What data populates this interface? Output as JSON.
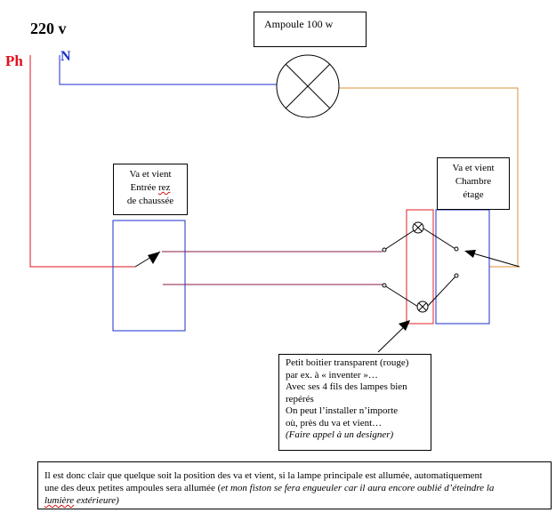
{
  "supply": {
    "voltage": "220 v",
    "phase": "Ph",
    "neutral": "N"
  },
  "lamp": {
    "label": "Ampoule 100 w"
  },
  "switch_ground": {
    "line1": "Va et vient",
    "line2_a": "Entrée ",
    "line2_b": "rez",
    "line3": "de chaussée"
  },
  "switch_upstairs": {
    "line1": "Va et vient",
    "line2": "Chambre",
    "line3": "étage"
  },
  "note": {
    "line1": "Petit boitier transparent (rouge)",
    "line2": "par ex. à « inventer »…",
    "line3": "Avec ses 4 fils des lampes bien",
    "line4": "repérés",
    "line5": "On peut l’installer n’importe",
    "line6": "où, près du va et vient…",
    "line7": "(Faire appel à un designer)"
  },
  "conclusion": {
    "line1": "Il est donc clair que quelque soit la position des va et vient, si la lampe principale est allumée, automatiquement",
    "line2_plain": "une des deux petites ampoules sera allumée (",
    "line2_italic": "et mon fiston se fera engueuler car il aura encore oublié d’éteindre la",
    "line3_a": "lumière",
    "line3_b": " extérieure)"
  },
  "colors": {
    "phase": "#e0101c",
    "neutral": "#1a2fd0",
    "return": "#e09030",
    "traveler": "#8a1a4a",
    "box_red": "#e02020",
    "box_blue": "#1a2fd0"
  }
}
